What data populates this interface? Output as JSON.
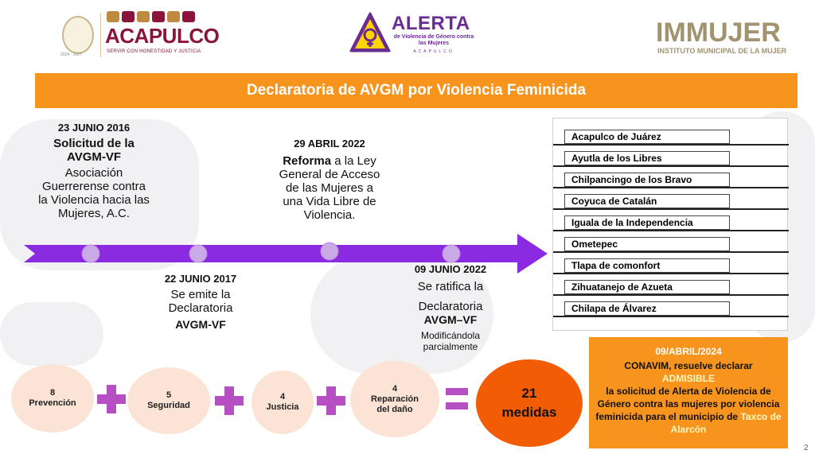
{
  "header": {
    "acapulco_word": "ACAPULCO",
    "acapulco_slogan": "SERVIR CON HONESTIDAD Y JUSTICIA",
    "seal_years": "2024 · 2027",
    "alerta_word": "ALERTA",
    "alerta_sub": "de Violencia de Género contra las Mujeres",
    "alerta_city": "ACAPULCO",
    "immujer_word": "IMMUJER",
    "immujer_sub": "INSTITUTO MUNICIPAL DE LA MUJER"
  },
  "banner": {
    "title": "Declaratoria de AVGM por Violencia Feminicida"
  },
  "timeline": {
    "e1": {
      "date": "23 JUNIO 2016",
      "title": "Solicitud de la AVGM-VF",
      "body": "Asociación Guerrerense contra la Violencia hacia las Mujeres, A.C."
    },
    "e2": {
      "date": "22 JUNIO 2017",
      "body": "Se emite la Declaratoria",
      "title": "AVGM-VF"
    },
    "e3": {
      "date": "29 ABRIL 2022",
      "title": "Reforma",
      "body": " a la Ley General de Acceso de las Mujeres a una Vida Libre de Violencia."
    },
    "e4": {
      "date": "09 JUNIO 2022",
      "body1": "Se ratifica la",
      "body2": "Declaratoria",
      "title": "AVGM–VF",
      "note": "Modificándola parcialmente"
    }
  },
  "municipios": [
    "Acapulco de Juárez",
    "Ayutla de los Libres",
    "Chilpancingo de los Bravo",
    "Coyuca de Catalán",
    "Iguala de la Independencia",
    "Ometepec",
    "Tlapa de comonfort",
    "Zihuatanejo de Azueta",
    "Chilapa de Álvarez"
  ],
  "medidas": {
    "prevencion": {
      "count": "8",
      "label": "Prevención"
    },
    "seguridad": {
      "count": "5",
      "label": "Seguridad"
    },
    "justicia": {
      "count": "4",
      "label": "Justicia"
    },
    "reparacion": {
      "count": "4",
      "label": "Reparación del daño"
    },
    "total_count": "21",
    "total_label": "medidas"
  },
  "conavim": {
    "date": "09/ABRIL/2024",
    "line1": "CONAVIM, resuelve declarar",
    "admisible": "ADMISIBLE",
    "line2": "la solicitud de Alerta de Violencia de Género contra las mujeres por violencia feminicida para el municipio de",
    "municipio": "Taxco de Alarcón"
  },
  "page_number": "2",
  "colors": {
    "orange": "#f7941d",
    "purple": "#8a2be2",
    "node": "#c9a9e6",
    "circle_fill": "#fbe3d5",
    "total_fill": "#f25c05"
  }
}
